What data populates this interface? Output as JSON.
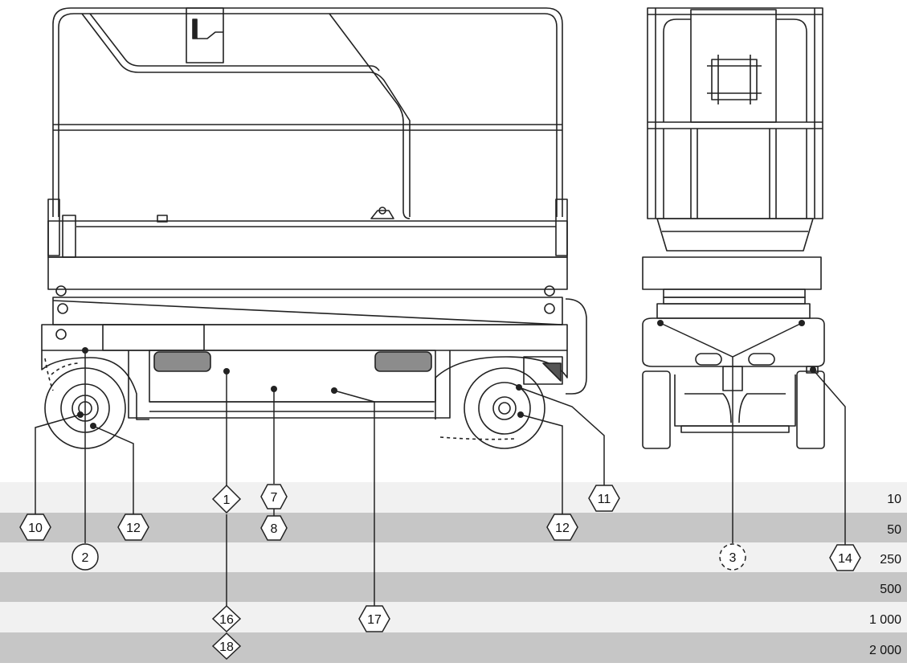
{
  "colors": {
    "band_light": "#f1f1f1",
    "band_dark": "#c6c6c6",
    "line": "#222222",
    "window": "#8c8c8c"
  },
  "intervals": [
    "10",
    "50",
    "250",
    "500",
    "1 000",
    "2 000"
  ],
  "callouts": [
    {
      "label": "1",
      "shape": "diamond",
      "band": 0
    },
    {
      "label": "7",
      "shape": "hexagon",
      "band": 0
    },
    {
      "label": "11",
      "shape": "hexagon",
      "band": 0
    },
    {
      "label": "10",
      "shape": "hexagon",
      "band": 1
    },
    {
      "label": "12",
      "shape": "hexagon",
      "band": 1
    },
    {
      "label": "8",
      "shape": "hexagon",
      "band": 1
    },
    {
      "label": "12",
      "shape": "hexagon",
      "band": 1
    },
    {
      "label": "2",
      "shape": "circle",
      "band": 2
    },
    {
      "label": "3",
      "shape": "dashed-circle",
      "band": 2
    },
    {
      "label": "14",
      "shape": "hexagon",
      "band": 2
    },
    {
      "label": "16",
      "shape": "diamond",
      "band": 4
    },
    {
      "label": "17",
      "shape": "hexagon",
      "band": 4
    },
    {
      "label": "18",
      "shape": "diamond",
      "band": 5
    }
  ]
}
